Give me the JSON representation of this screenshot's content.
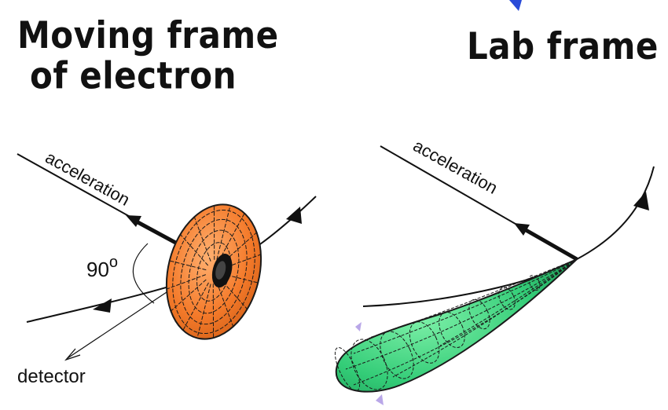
{
  "left_panel": {
    "title_line1": "Moving frame",
    "title_line2": "of electron",
    "acceleration_label": "acceleration",
    "angle_value": "90",
    "angle_unit": "o",
    "detector_label": "detector",
    "lobe_color": "#f47a2a"
  },
  "right_panel": {
    "title": "Lab frame",
    "acceleration_label": "acceleration",
    "lobe_color": "#33cc77"
  },
  "colors": {
    "ink": "#111111",
    "mesh": "#1a1a1a"
  }
}
